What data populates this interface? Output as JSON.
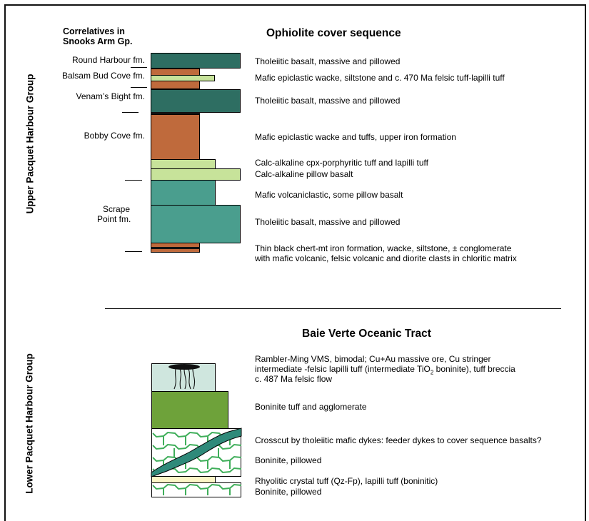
{
  "upper": {
    "group_label": "Upper Pacquet Harbour Group",
    "correlatives_heading": [
      "Correlatives in",
      "Snooks Arm Gp."
    ],
    "title": "Ophiolite cover sequence",
    "formations": {
      "round_harbour": "Round Harbour fm.",
      "balsam_bud_cove": "Balsam Bud Cove fm.",
      "venams_bight": "Venam’s Bight fm.",
      "bobby_cove": "Bobby Cove fm.",
      "scrape_point": [
        "Scrape",
        "Point fm."
      ]
    },
    "descriptions": {
      "d1": "Tholeiitic basalt, massive and pillowed",
      "d2": "Mafic epiclastic wacke, siltstone and c. 470 Ma felsic tuff-lapilli tuff",
      "d3": "Tholeiitic basalt, massive and pillowed",
      "d4": "Mafic epiclastic wacke and tuffs, upper iron formation",
      "d5": "Calc-alkaline cpx-porphyritic tuff and lapilli tuff",
      "d6": "Calc-alkaline pillow basalt",
      "d7": "Mafic volcaniclastic, some pillow basalt",
      "d8": "Tholeiitic basalt, massive and pillowed",
      "d9a": "Thin black chert-mt iron formation, wacke, siltstone, ± conglomerate",
      "d9b": "with mafic volcanic, felsic volcanic and diorite clasts in chloritic matrix"
    }
  },
  "lower": {
    "group_label": "Lower Pacquet Harbour Group",
    "title": "Baie Verte Oceanic Tract",
    "descriptions": {
      "e1a": "Rambler-Ming VMS, bimodal; Cu+Au massive ore, Cu stringer",
      "e1b_pre": "intermediate -felsic lapilli tuff (intermediate TiO",
      "e1b_sub": "2",
      "e1b_post": " boninite), tuff breccia",
      "e1c": "c. 487 Ma felsic flow",
      "e2": "Boninite tuff and agglomerate",
      "e3": "Crosscut by tholeiitic mafic dykes: feeder dykes to cover sequence basalts?",
      "e4": "Boninite, pillowed",
      "e5": "Rhyolitic crystal tuff (Qz-Fp), lapilli tuff (boninitic)",
      "e6": "Boninite, pillowed"
    }
  },
  "colors": {
    "dark_teal": "#2e6e62",
    "brown": "#bf6a3c",
    "light_green": "#c7e39a",
    "teal": "#4a9e8e",
    "pale_teal": "#cfe6de",
    "olive_green": "#6ea23a",
    "pillow_green": "#3fae5a",
    "dyke_teal": "#2f8a7a",
    "pale_yellow": "#fbf6c6"
  }
}
